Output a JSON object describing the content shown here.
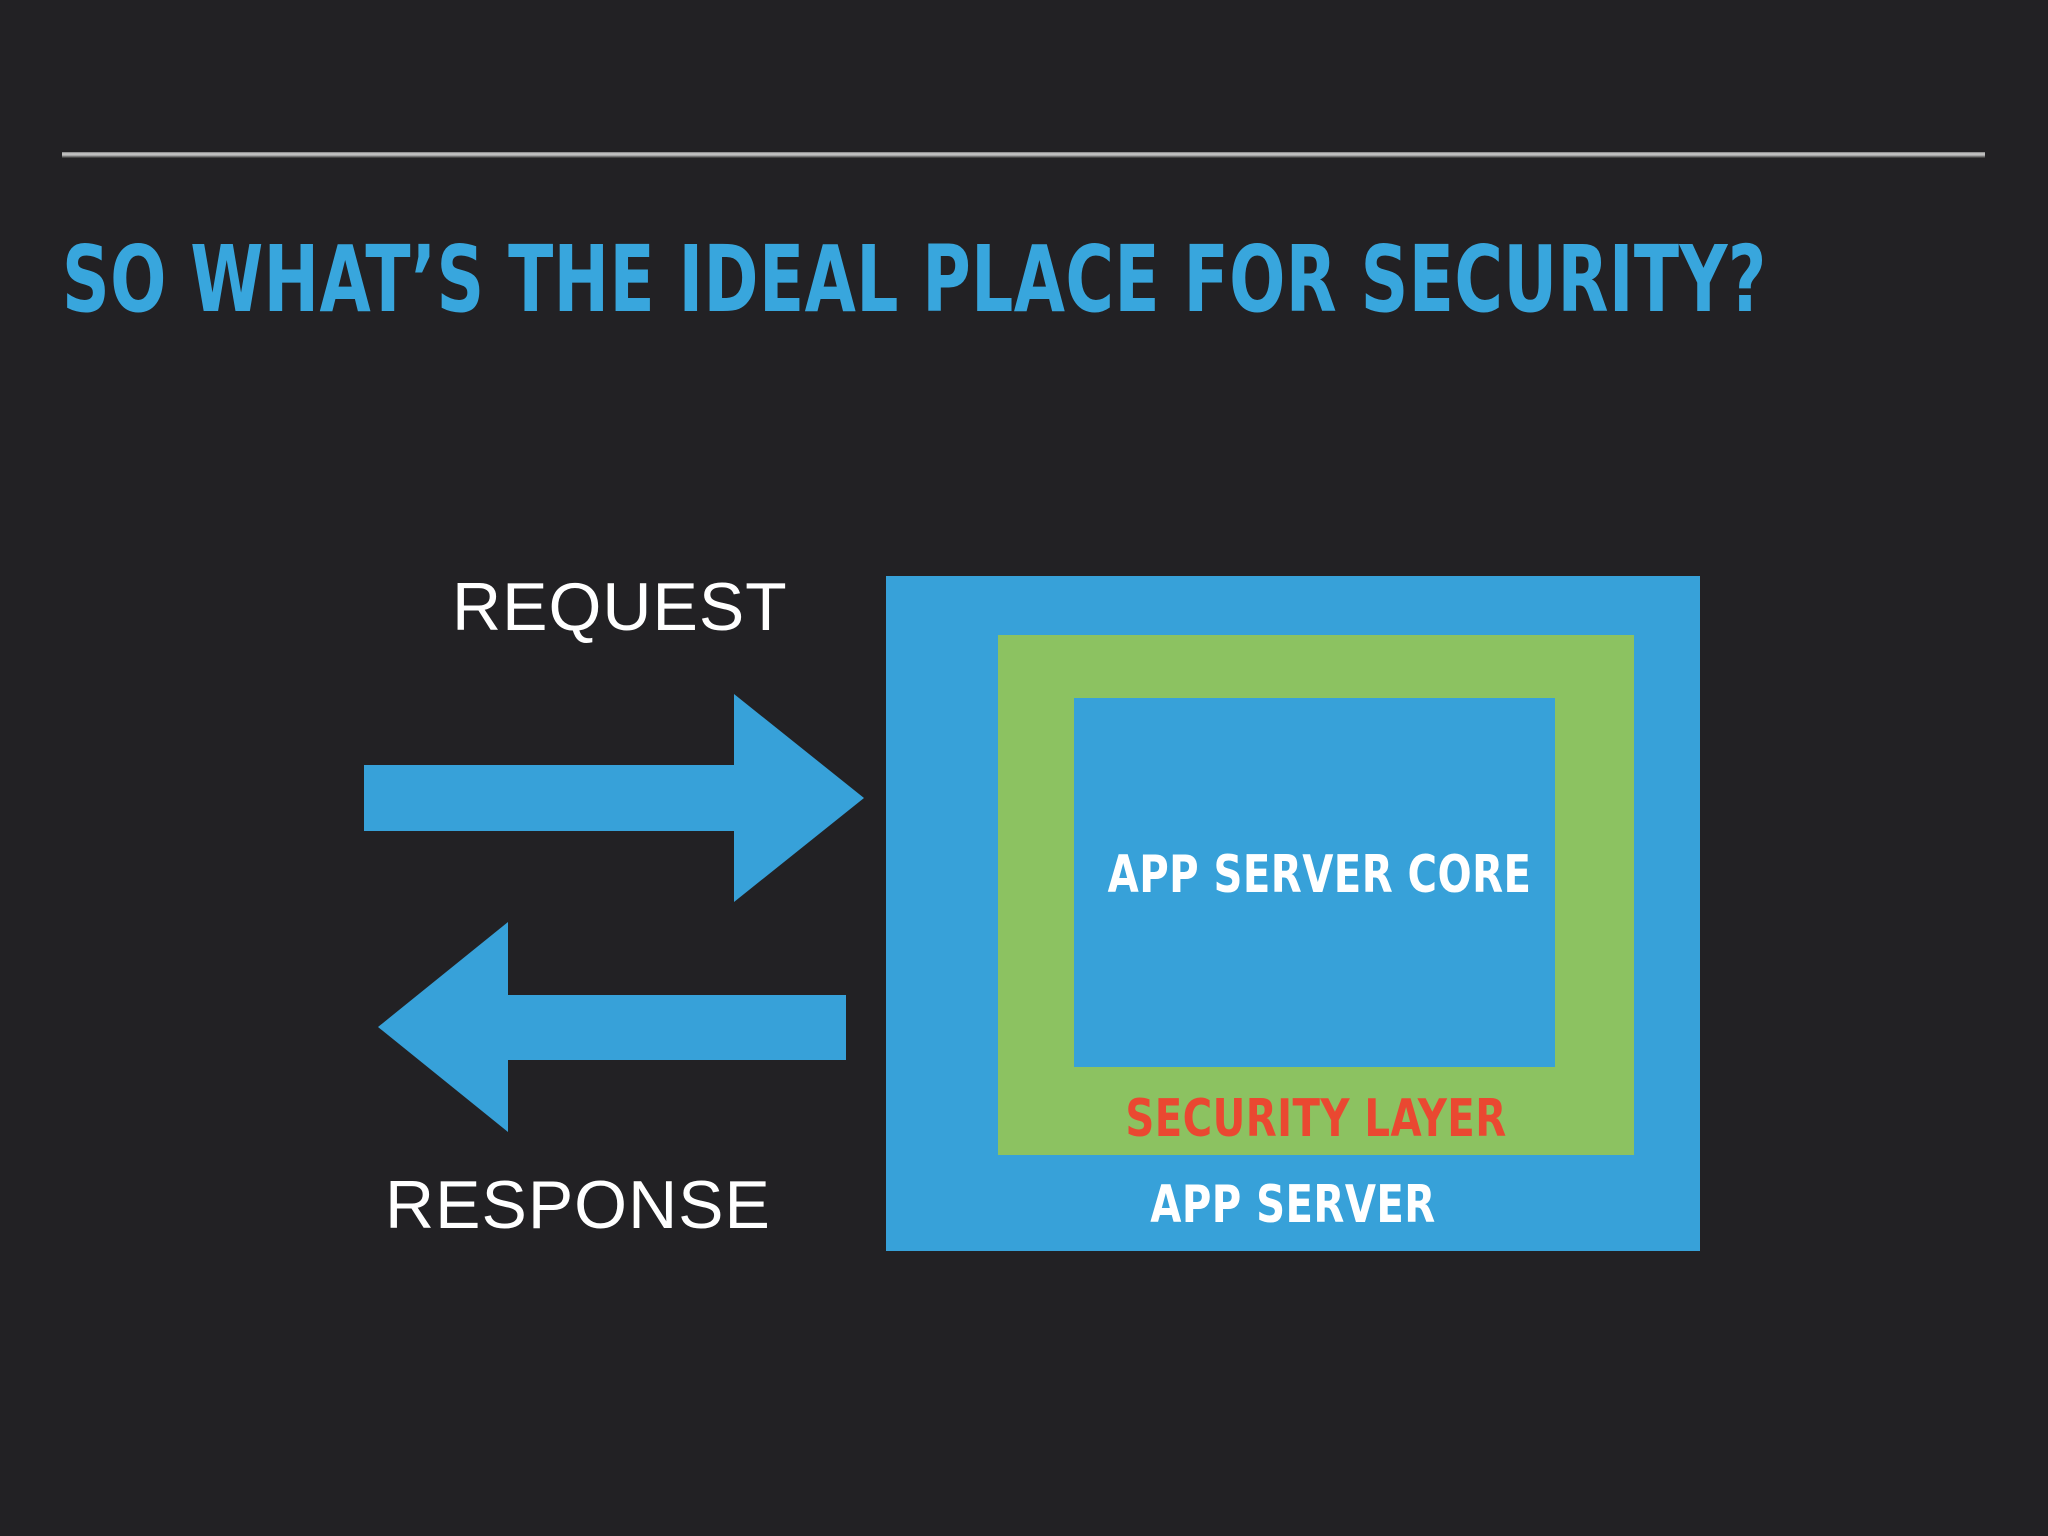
{
  "slide": {
    "background_color": "#222124",
    "title": "SO WHAT’S THE IDEAL PLACE FOR SECURITY?",
    "title_color": "#38a6dd",
    "rule_color": "#b9b9b9"
  },
  "diagram": {
    "flows": [
      {
        "id": "request",
        "label": "REQUEST",
        "label_color": "#ffffff",
        "direction": "right",
        "arrow_color": "#37a1d9"
      },
      {
        "id": "response",
        "label": "RESPONSE",
        "label_color": "#ffffff",
        "direction": "left",
        "arrow_color": "#37a1d9"
      }
    ],
    "boxes": {
      "outer": {
        "label": "APP SERVER",
        "fill": "#37a1d9",
        "label_color": "#ffffff"
      },
      "middle": {
        "label": "SECURITY LAYER",
        "fill": "#8cc261",
        "label_color": "#ea4831"
      },
      "inner": {
        "label": "APP SERVER CORE",
        "fill": "#37a1d9",
        "label_color": "#ffffff"
      }
    }
  }
}
